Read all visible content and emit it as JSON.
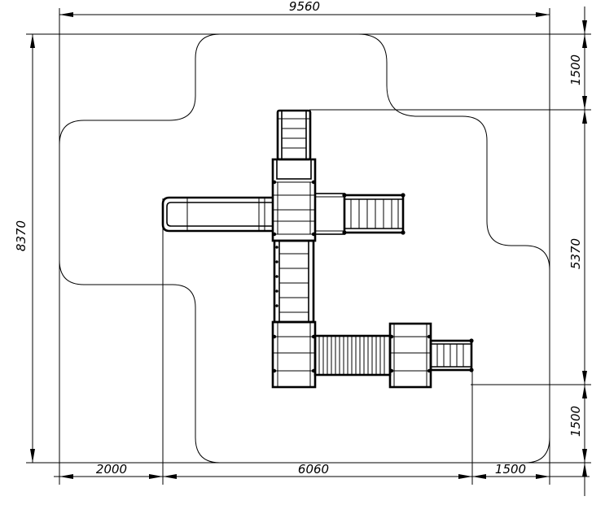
{
  "dimensions": {
    "top_overall": "9560",
    "left_overall": "8370",
    "right_top": "1500",
    "right_middle": "5370",
    "right_bottom": "1500",
    "bottom_left": "2000",
    "bottom_middle": "6060",
    "bottom_right": "1500"
  }
}
